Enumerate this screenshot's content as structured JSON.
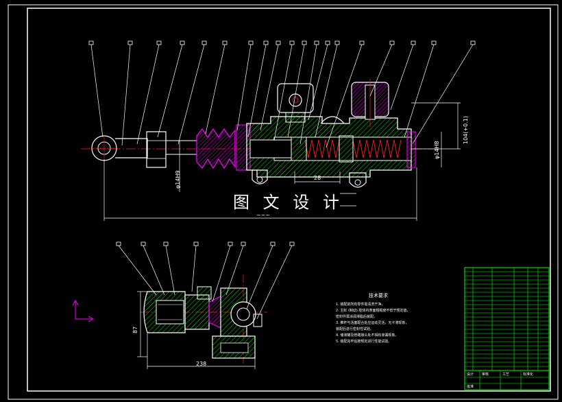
{
  "watermark": "图 文 设 计",
  "dimensions": {
    "d_right_vertical": "104(+0.1)",
    "d_right_small": "φ14H8",
    "d_left_small": "φ14H9",
    "d_middle": "28",
    "d_bottom_overall": "~~~",
    "d_lower_height": "87",
    "d_lower_width": "238"
  },
  "tech_requirements": {
    "title": "技术要求",
    "lines": [
      "1. 装配前所有零件需清洗干净。",
      "2. 主缸 (制动) 腔体内表面粗糙度不低于规定值，",
      "   密封件需涂润滑脂后装配。",
      "3. 推杆与活塞配合处应运动灵活，无卡滞现象，",
      "   装配后进行密封性试验。",
      "4. 储液罐及管路接头处不得有渗漏现象。",
      "5. 装配完毕后按规定进行性能试验。"
    ]
  },
  "title_block": {
    "labels": [
      "设计",
      "审核",
      "工艺",
      "标准化",
      "批准"
    ]
  },
  "colors": {
    "background": "#000000",
    "outline": "#ffffff",
    "leader": "#ffffff",
    "centerline": "#ff2020",
    "hatch": "#00ff00",
    "seal": "#ff00ff",
    "table_line": "#00ff00",
    "axis_icon": "#ff00ff"
  }
}
